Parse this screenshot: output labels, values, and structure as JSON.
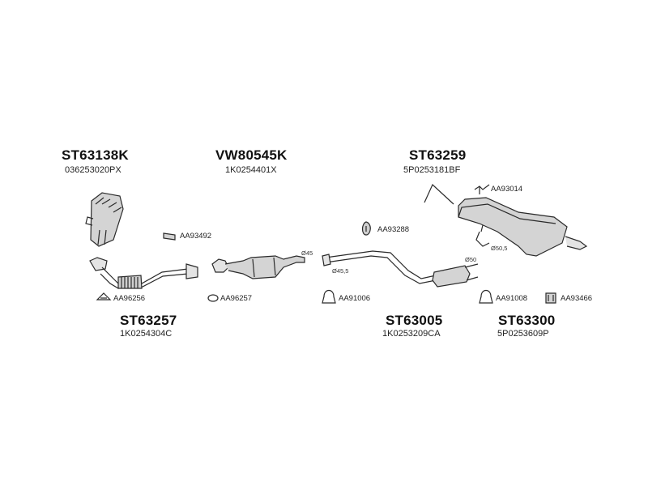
{
  "assemblies": [
    {
      "code": "ST63138K",
      "oem": "036253020PX"
    },
    {
      "code": "VW80545K",
      "oem": "1K0254401X"
    },
    {
      "code": "ST63259",
      "oem": "5P0253181BF"
    },
    {
      "code": "ST63257",
      "oem": "1K0254304C"
    },
    {
      "code": "ST63005",
      "oem": "1K0253209CA"
    },
    {
      "code": "ST63300",
      "oem": "5P0253609P"
    }
  ],
  "accessories": [
    {
      "code": "AA93492"
    },
    {
      "code": "AA93288"
    },
    {
      "code": "AA93014"
    },
    {
      "code": "AA96256"
    },
    {
      "code": "AA96257"
    },
    {
      "code": "AA91006"
    },
    {
      "code": "AA91008"
    },
    {
      "code": "AA93466"
    }
  ],
  "diameters": [
    "Ø45",
    "Ø45,5",
    "Ø50",
    "Ø50,5"
  ],
  "colors": {
    "line": "#2a2a2a",
    "fill": "#d4d4d4",
    "text": "#111111"
  }
}
